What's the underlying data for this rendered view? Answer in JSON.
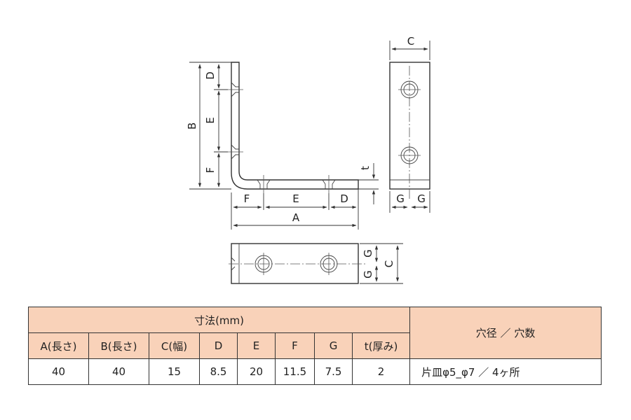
{
  "drawing": {
    "side_view": {
      "left_dims": [
        "B",
        "D",
        "E",
        "F"
      ],
      "bottom_dims": [
        "F",
        "E",
        "D"
      ],
      "total_dim": "A",
      "thickness_dim": "t"
    },
    "right_view": {
      "top_dim": "C",
      "bottom_dims": [
        "G",
        "G"
      ]
    },
    "bottom_view": {
      "right_dims": [
        "G",
        "G"
      ],
      "total_dim": "C"
    }
  },
  "table": {
    "group_header": "寸法(mm)",
    "holes_header": "穴径 ／ 穴数",
    "columns": [
      "A(長さ)",
      "B(長さ)",
      "C(幅)",
      "D",
      "E",
      "F",
      "G",
      "t(厚み)"
    ],
    "values": [
      "40",
      "40",
      "15",
      "8.5",
      "20",
      "11.5",
      "7.5",
      "2"
    ],
    "holes_value": "片皿φ5_φ7 ／ 4ヶ所"
  },
  "colors": {
    "header_fill": "#f9d2b9",
    "line": "#333333"
  }
}
